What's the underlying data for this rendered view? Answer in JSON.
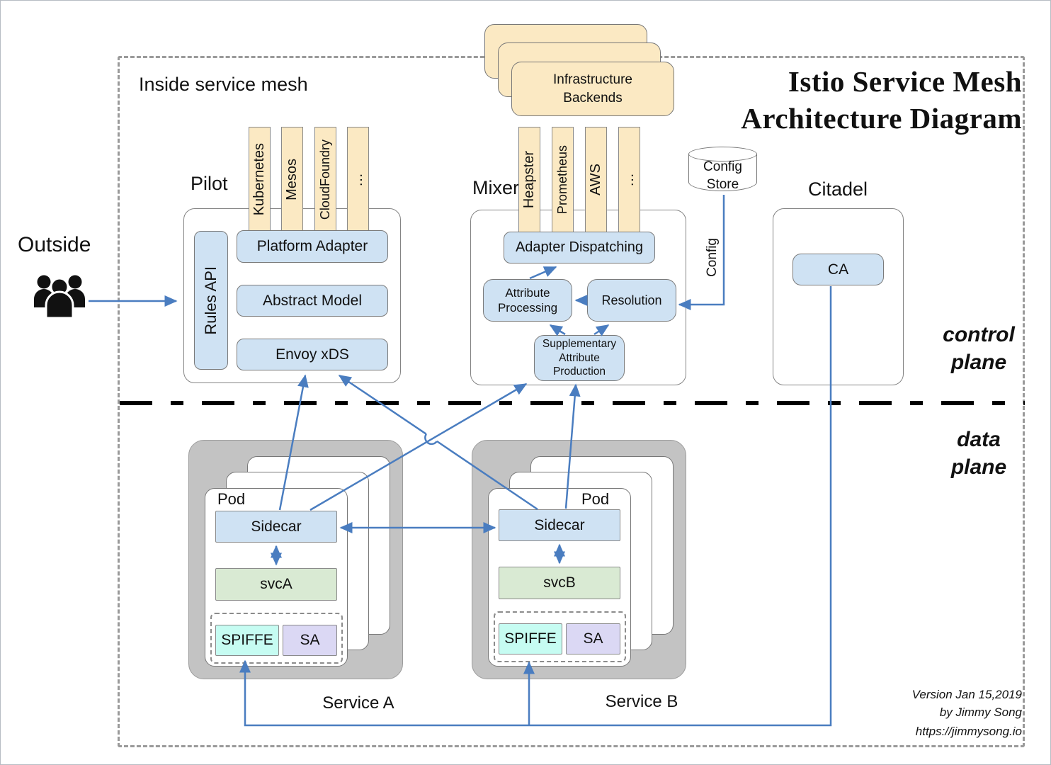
{
  "title": "Istio Service Mesh\nArchitecture Diagram",
  "inside_label": "Inside service mesh",
  "outside": {
    "label": "Outside",
    "icon": "people-group-icon"
  },
  "infrastructure_backends": {
    "label": "Infrastructure\nBackends",
    "stack_count": 3
  },
  "pilot": {
    "label": "Pilot",
    "adapters": [
      "Kubernetes",
      "Mesos",
      "CloudFoundry",
      "…"
    ],
    "rules_api": "Rules API",
    "platform_adapter": "Platform Adapter",
    "abstract_model": "Abstract Model",
    "envoy_xds": "Envoy xDS"
  },
  "mixer": {
    "label": "Mixer",
    "backends": [
      "Heapster",
      "Prometheus",
      "AWS",
      "…"
    ],
    "adapter_dispatching": "Adapter Dispatching",
    "attribute_processing": "Attribute\nProcessing",
    "resolution": "Resolution",
    "supplementary": "Supplementary\nAttribute\nProduction"
  },
  "config_store": {
    "label": "Config\nStore",
    "arrow_label": "Config"
  },
  "citadel": {
    "label": "Citadel",
    "ca": "CA"
  },
  "planes": {
    "control": "control\nplane",
    "data": "data\nplane"
  },
  "service_a": {
    "label": "Service A",
    "pod": "Pod",
    "sidecar": "Sidecar",
    "svc": "svcA",
    "spiffe": "SPIFFE",
    "sa": "SA"
  },
  "service_b": {
    "label": "Service B",
    "pod": "Pod",
    "sidecar": "Sidecar",
    "svc": "svcB",
    "spiffe": "SPIFFE",
    "sa": "SA"
  },
  "footer": {
    "version": "Version Jan 15,2019\nby Jimmy Song",
    "url": "https://jimmysong.io"
  },
  "colors": {
    "arrow_blue": "#4a7dc0",
    "box_blue": "#cfe2f3",
    "bar_cream": "#fbe9c3",
    "svc_green": "#d9ead3",
    "spiffe_cyan": "#c6fcf2",
    "sa_lavender": "#dbd8f4",
    "container_gray": "#c3c3c3",
    "divider_black": "#000000",
    "dash_gray": "#9a9a9a"
  }
}
